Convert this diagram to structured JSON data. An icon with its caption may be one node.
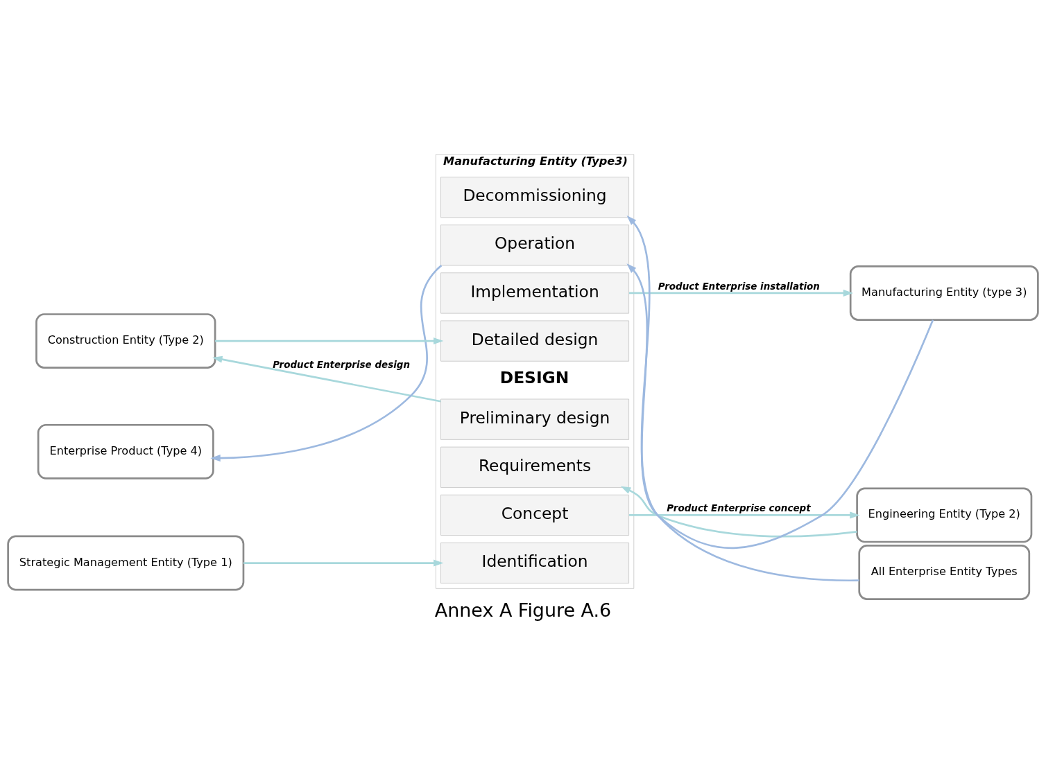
{
  "diagram": {
    "caption": "Annex A Figure A.6",
    "nodes": [
      {
        "text": [
          "Manufacturing Entity (Type3)"
        ]
      },
      {
        "text": [
          "Identification"
        ],
        "in": 0
      },
      {
        "text": [
          "Concept"
        ],
        "in": 0
      },
      {
        "text": [
          "Requirements"
        ],
        "in": 0
      },
      {
        "text": [
          "Preliminary design"
        ],
        "in": 0
      },
      {
        "text": [
          "Detailed design"
        ],
        "in": 0
      },
      {
        "text": [
          "Implementation"
        ],
        "in": 0
      },
      {
        "text": [
          "Operation"
        ],
        "in": 0
      },
      {
        "text": [
          "Decommissioning"
        ],
        "in": 0
      },
      {
        "text": [
          "Strategic Management Entity (Type 1)"
        ]
      },
      {
        "text": [
          "Engineering Entity (Type 2)"
        ]
      },
      {
        "text": [
          "Construction Entity (Type 2)"
        ]
      },
      {
        "text": [
          "Manufacturing Entity (type 3)"
        ]
      },
      {
        "text": [
          "All Enterprise Entity Types"
        ]
      },
      {
        "text": [
          "Enterprise Product (Type 4)"
        ]
      }
    ],
    "edges": [
      {
        "from": 9,
        "to": 1,
        "arrow": "to"
      },
      {
        "from": 2,
        "to": 10,
        "arrow": "to",
        "label": "Product Enterprise concept"
      },
      {
        "from": 10,
        "to": 3,
        "arrow": "to"
      },
      {
        "from": 4,
        "to": 11,
        "arrow": "to",
        "label": "Product Enterprise design"
      },
      {
        "from": 11,
        "to": 5,
        "arrow": "to"
      },
      {
        "from": 6,
        "to": 12,
        "arrow": "to",
        "label": "Product Enterprise installation"
      },
      {
        "from": 12,
        "to": 7,
        "arrow": "to",
        "color": "#9db9e0"
      },
      {
        "from": 13,
        "to": 8,
        "arrow": "to",
        "color": "#9db9e0"
      },
      {
        "from": 7,
        "to": 14,
        "arrow": "to",
        "color": "#9db9e0"
      }
    ],
    "labels": [
      "DESIGN"
    ]
  }
}
